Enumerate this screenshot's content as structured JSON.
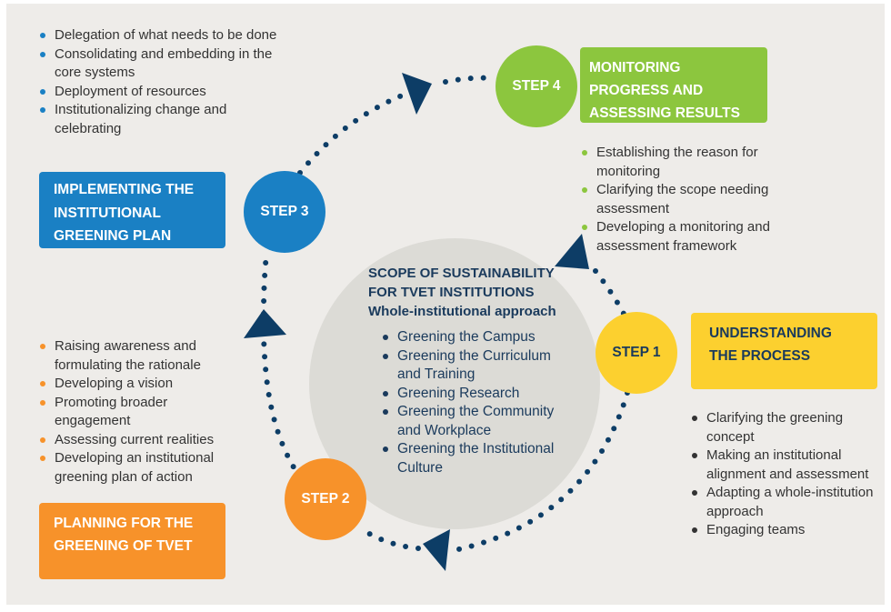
{
  "colors": {
    "blue": "#1a80c4",
    "orange": "#f7922a",
    "yellow": "#fcd02f",
    "green": "#8cc63e",
    "navy": "#0d3d66",
    "core": "#dcdbd6"
  },
  "steps": [
    {
      "label": "STEP 1",
      "title": "UNDERSTANDING THE PROCESS",
      "items": [
        "Clarifying the greening concept",
        "Making an institutional alignment and assessment",
        "Adapting a whole-institution approach",
        "Engaging teams"
      ]
    },
    {
      "label": "STEP 2",
      "title": "PLANNING FOR THE GREENING OF TVET",
      "items": [
        "Raising awareness and formulating the rationale",
        "Developing a vision",
        "Promoting broader engagement",
        "Assessing current realities",
        "Developing an institutional greening plan of action"
      ]
    },
    {
      "label": "STEP 3",
      "title": "IMPLEMENTING THE INSTITUTIONAL GREENING PLAN",
      "items": [
        "Delegation of what needs to be done",
        "Consolidating and embedding in the core systems",
        "Deployment of resources",
        "Institutionalizing change and celebrating"
      ]
    },
    {
      "label": "STEP 4",
      "title": "MONITORING PROGRESS AND ASSESSING RESULTS",
      "items": [
        "Establishing the reason for monitoring",
        "Clarifying the scope needing assessment",
        "Developing a monitoring and assessment framework"
      ]
    }
  ],
  "scope": {
    "title1": "SCOPE OF SUSTAINABILITY",
    "title2": "FOR TVET INSTITUTIONS",
    "subtitle": "Whole-institutional approach",
    "items": [
      "Greening the Campus",
      "Greening the Curriculum and Training",
      "Greening Research",
      "Greening the Community and Workplace",
      "Greening the Institutional Culture"
    ]
  }
}
